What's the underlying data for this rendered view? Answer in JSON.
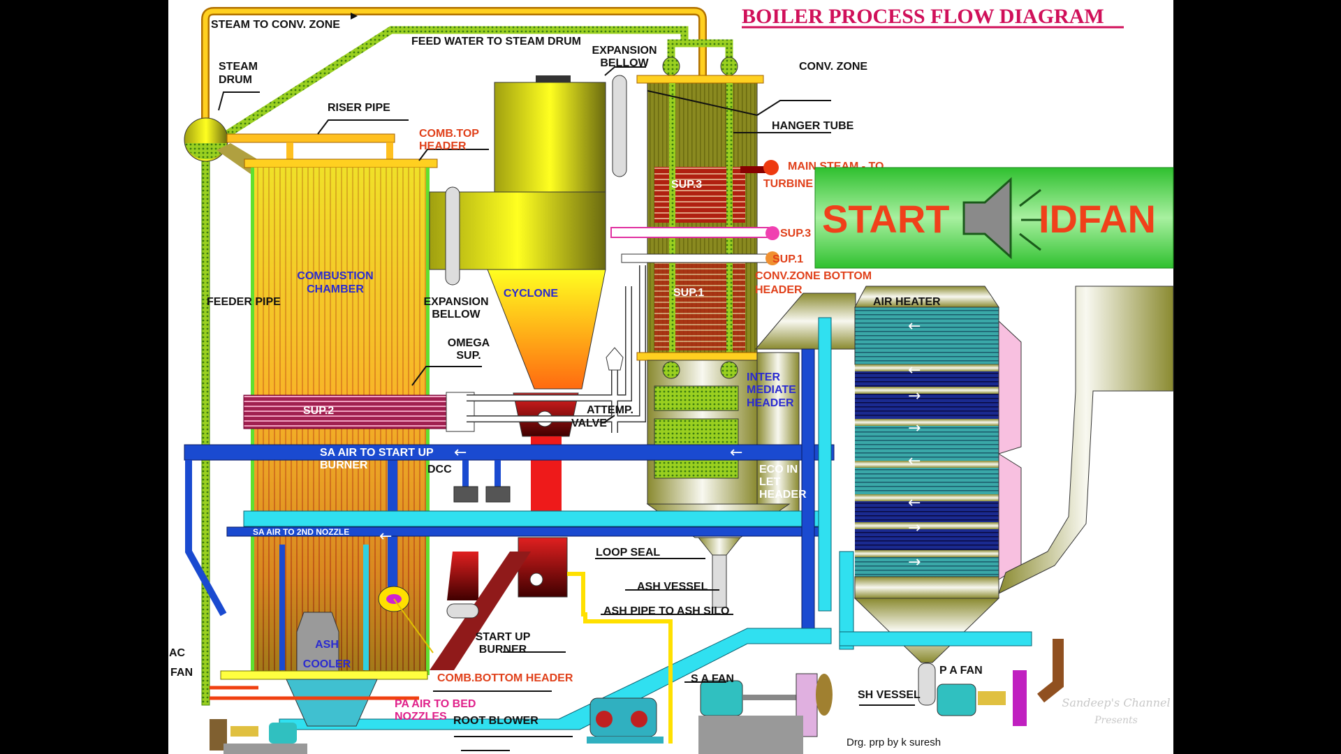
{
  "title": "BOILER PROCESS FLOW DIAGRAM",
  "overlay_button": {
    "left_label": "START",
    "right_label": "IDFAN",
    "icon": "speaker-icon",
    "color": "#2fc02f",
    "text_color": "#f0401a"
  },
  "labels": {
    "steam_to_conv_zone": "STEAM TO CONV. ZONE",
    "feed_water": "FEED WATER TO STEAM DRUM",
    "steam_drum_1": "STEAM",
    "steam_drum_2": "DRUM",
    "riser_pipe": "RISER PIPE",
    "comb_top_header_1": "COMB.TOP",
    "comb_top_header_2": "HEADER",
    "expansion_bellow_top_1": "EXPANSION",
    "expansion_bellow_top_2": "BELLOW",
    "conv_zone": "CONV. ZONE",
    "hanger_tube": "HANGER TUBE",
    "main_steam_1": "MAIN STEAM - TO",
    "main_steam_2": "TURBINE",
    "sup3": "SUP.3",
    "sup3_out": "SUP.3",
    "sup1_out": "SUP.1",
    "conv_bottom_header_1": "CONV.ZONE BOTTOM",
    "conv_bottom_header_2": "HEADER",
    "sup1": "SUP.1",
    "combustion_chamber_1": "COMBUSTION",
    "combustion_chamber_2": "CHAMBER",
    "feeder_pipe": "FEEDER PIPE",
    "expansion_bellow_1": "EXPANSION",
    "expansion_bellow_2": "BELLOW",
    "cyclone": "CYCLONE",
    "omega_sup_1": "OMEGA",
    "omega_sup_2": "SUP.",
    "sup2": "SUP.2",
    "attemp_valve_1": "ATTEMP.",
    "attemp_valve_2": "VALVE",
    "intermediate_header_1": "INTER",
    "intermediate_header_2": "MEDIATE",
    "intermediate_header_3": "HEADER",
    "sa_air_startup_1": "SA AIR TO START UP",
    "sa_air_startup_2": "BURNER",
    "dcc": "DCC",
    "eco_inlet_1": "ECO IN",
    "eco_inlet_2": "LET",
    "eco_inlet_3": "HEADER",
    "sa_air_nozzle": "SA AIR TO 2ND NOZZLE",
    "air_heater": "AIR HEATER",
    "loop_seal": "LOOP SEAL",
    "ash_vessel": "ASH VESSEL",
    "ash_pipe": "ASH PIPE TO ASH SILO",
    "startup_burner_1": "START UP",
    "startup_burner_2": "BURNER",
    "ac_fan_1": "AC",
    "ac_fan_2": "FAN",
    "ash_cooler_1": "ASH",
    "ash_cooler_2": "COOLER",
    "comb_bottom_header": "COMB.BOTTOM HEADER",
    "pa_air_1": "PA AIR TO BED",
    "pa_air_2": "NOZZLES",
    "root_blower": "ROOT BLOWER",
    "sa_fan": "S A FAN",
    "pa_fan": "P A FAN",
    "ash_vessel_2": "SH VESSEL",
    "credit": "Drg. prp by  k suresh",
    "watermark_1": "Sandeep's Channel",
    "watermark_2": "Presents"
  }
}
